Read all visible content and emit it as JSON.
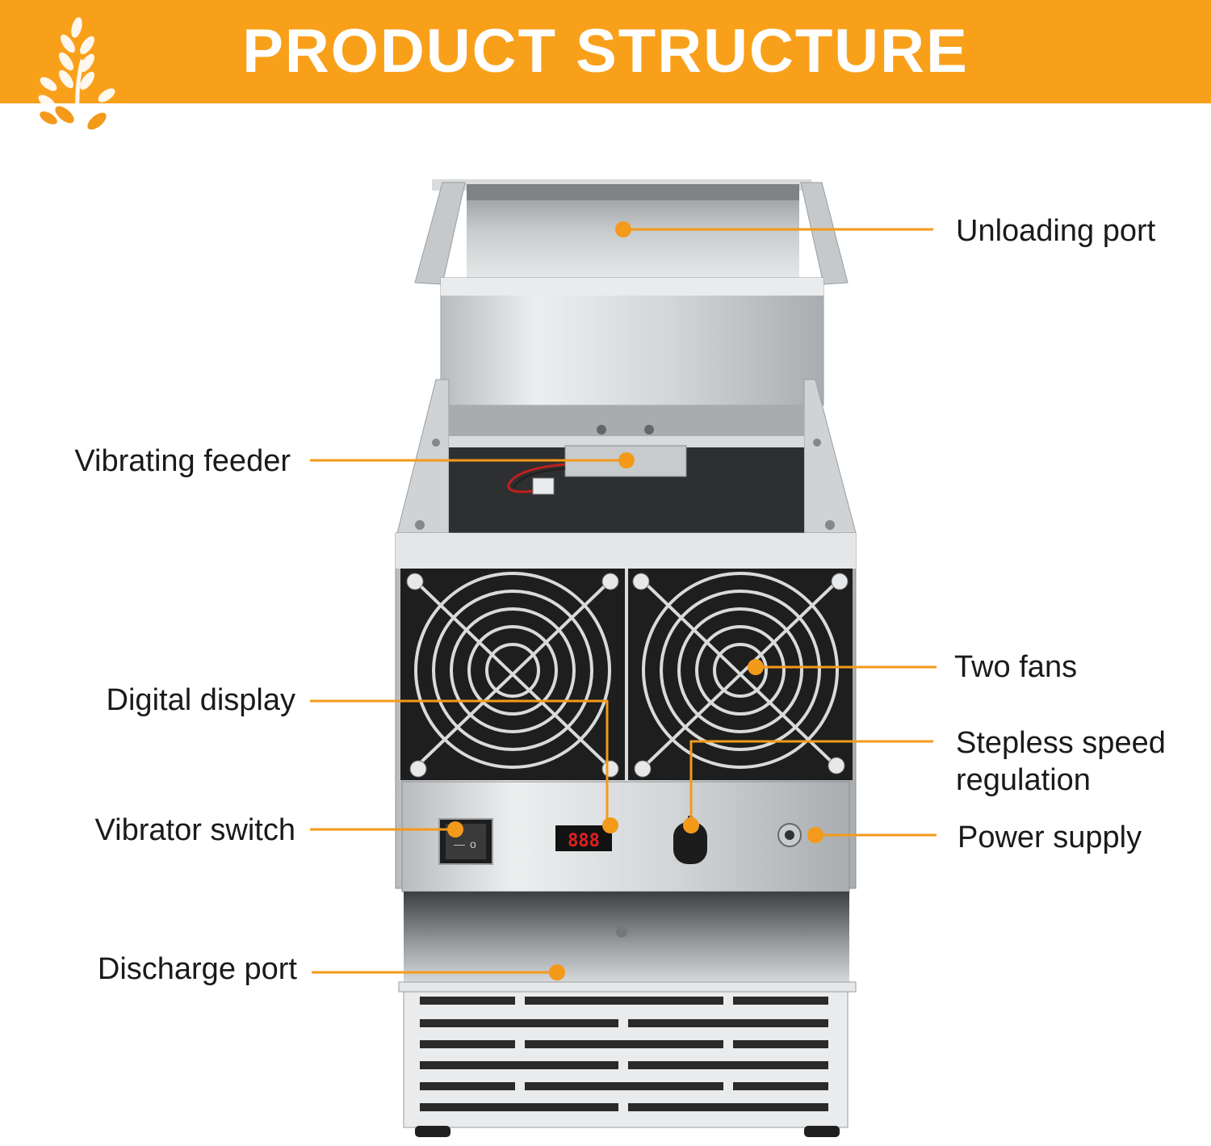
{
  "header": {
    "title": "PRODUCT STRUCTURE"
  },
  "colors": {
    "accent": "#f9a01b",
    "callout": "#f39a1a",
    "text": "#1a1a1a"
  },
  "callouts": {
    "unloading_port": "Unloading port",
    "vibrating_feeder": "Vibrating feeder",
    "two_fans": "Two fans",
    "digital_display": "Digital display",
    "stepless_speed_line1": "Stepless speed",
    "stepless_speed_line2": "regulation",
    "vibrator_switch": "Vibrator switch",
    "power_supply": "Power supply",
    "discharge_port": "Discharge port"
  },
  "display": {
    "readout": "888"
  },
  "icons": {
    "logo": "wheat-icon"
  }
}
